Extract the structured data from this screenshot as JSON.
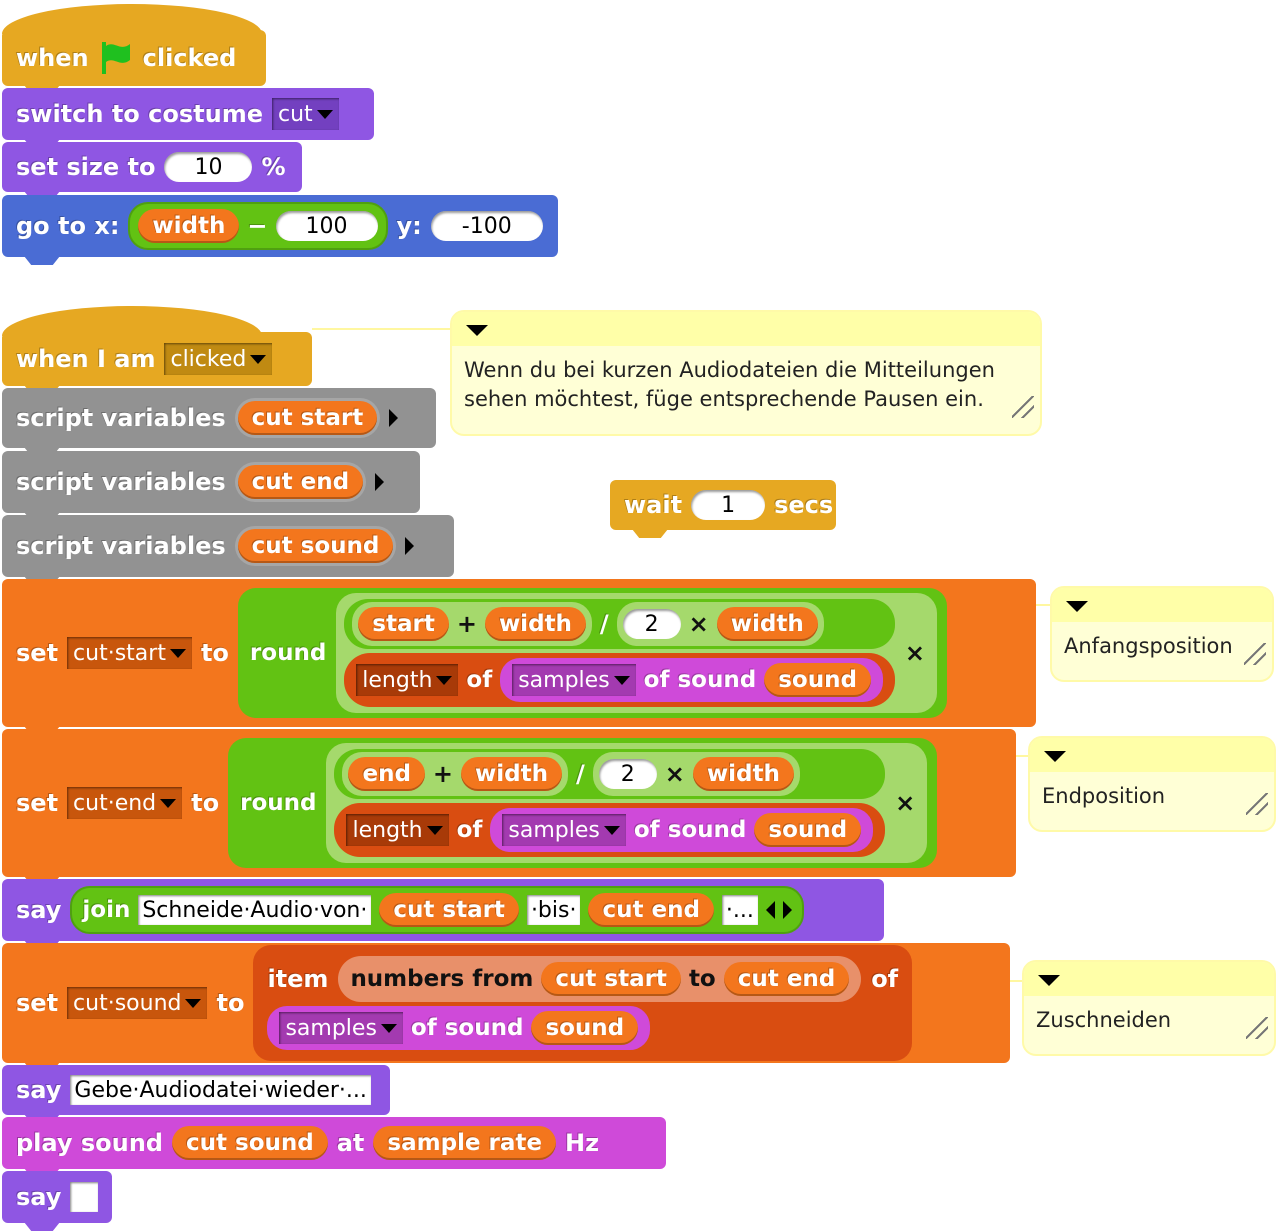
{
  "script1": {
    "hat": {
      "when": "when",
      "clicked": "clicked",
      "icon": "green-flag-icon"
    },
    "costume": {
      "label": "switch to costume",
      "value": "cut"
    },
    "size": {
      "label": "set size to",
      "value": "10",
      "unit": "%"
    },
    "goto": {
      "label": "go to x:",
      "x_var": "width",
      "op": "−",
      "x_num": "100",
      "y_label": "y:",
      "y_value": "-100"
    }
  },
  "script2": {
    "hat": {
      "label": "when I am",
      "value": "clicked"
    },
    "script_vars": [
      {
        "label": "script variables",
        "var": "cut start"
      },
      {
        "label": "script variables",
        "var": "cut end"
      },
      {
        "label": "script variables",
        "var": "cut sound"
      }
    ],
    "set_start": {
      "set": "set",
      "var": "cut·start",
      "to": "to",
      "round": "round",
      "a": "start",
      "plus": "+",
      "b": "width",
      "div": "/",
      "two": "2",
      "times": "×",
      "c": "width",
      "times2": "×",
      "length": "length",
      "of": "of",
      "samples": "samples",
      "of_sound": "of sound",
      "sound": "sound"
    },
    "set_end": {
      "set": "set",
      "var": "cut·end",
      "to": "to",
      "round": "round",
      "a": "end",
      "plus": "+",
      "b": "width",
      "div": "/",
      "two": "2",
      "times": "×",
      "c": "width",
      "times2": "×",
      "length": "length",
      "of": "of",
      "samples": "samples",
      "of_sound": "of sound",
      "sound": "sound"
    },
    "say_join": {
      "say": "say",
      "join": "join",
      "t1": "Schneide·Audio·von·",
      "v1": "cut start",
      "t2": "·bis·",
      "v2": "cut end",
      "t3": "·..."
    },
    "set_sound": {
      "set": "set",
      "var": "cut·sound",
      "to": "to",
      "item": "item",
      "numbers_from": "numbers from",
      "from": "cut start",
      "to2": "to",
      "end": "cut end",
      "of": "of",
      "samples": "samples",
      "of_sound": "of sound",
      "sound": "sound"
    },
    "say_play": {
      "say": "say",
      "text": "Gebe·Audiodatei·wieder·..."
    },
    "play": {
      "label": "play sound",
      "var": "cut sound",
      "at": "at",
      "rate": "sample rate",
      "hz": "Hz"
    },
    "say_empty": {
      "say": "say",
      "text": ""
    }
  },
  "wait_block": {
    "label": "wait",
    "value": "1",
    "unit": "secs"
  },
  "comments": [
    {
      "text_line1": "Wenn du bei kurzen Audiodateien die Mitteilungen",
      "text_line2": "sehen möchtest, füge entsprechende Pausen ein."
    },
    {
      "text": "Anfangsposition"
    },
    {
      "text": "Endposition"
    },
    {
      "text": "Zuschneiden"
    }
  ]
}
